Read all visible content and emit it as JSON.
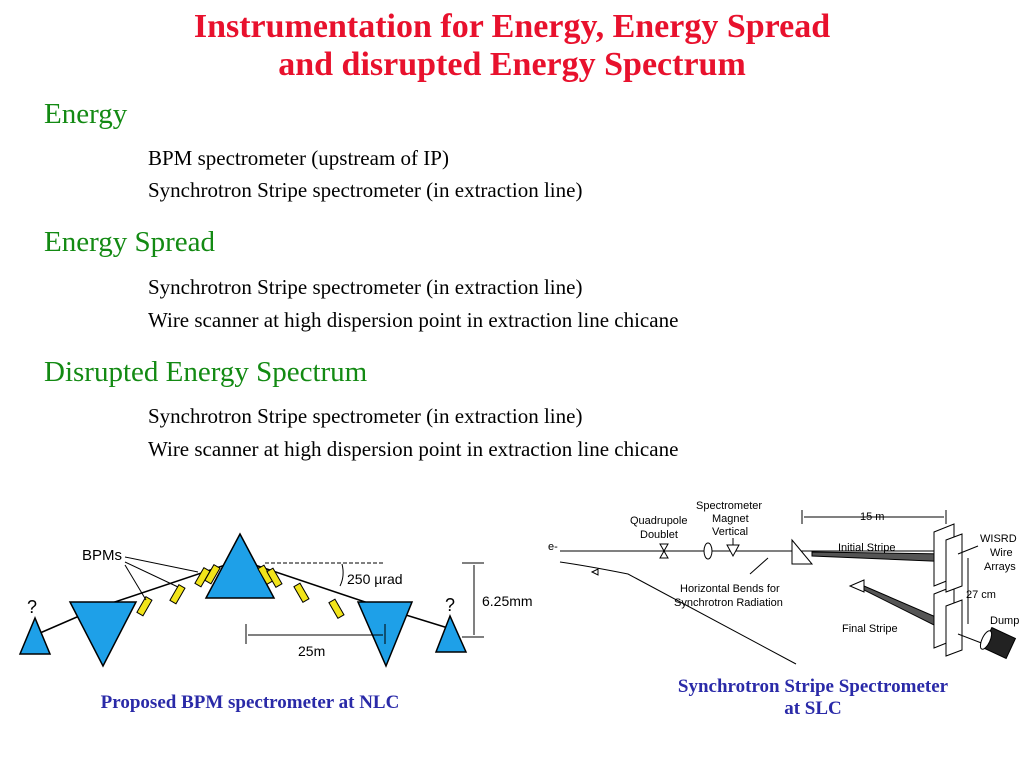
{
  "slide": {
    "title_line1": "Instrumentation for Energy, Energy Spread",
    "title_line2": "and disrupted Energy Spectrum",
    "sections": [
      {
        "heading": "Energy",
        "items": [
          "BPM spectrometer (upstream of IP)",
          "Synchrotron Stripe spectrometer (in extraction line)"
        ]
      },
      {
        "heading": "Energy Spread",
        "items": [
          "Synchrotron Stripe spectrometer (in extraction line)",
          "Wire scanner at high dispersion point in extraction line chicane"
        ]
      },
      {
        "heading": "Disrupted Energy Spectrum",
        "items": [
          "Synchrotron Stripe spectrometer (in extraction line)",
          "Wire scanner at high dispersion point in extraction line chicane"
        ]
      }
    ]
  },
  "left_figure": {
    "bpms_label": "BPMs",
    "angle_label": "250 µrad",
    "height_label": "6.25mm",
    "length_label": "25m",
    "question_mark": "?",
    "caption": "Proposed BPM spectrometer at NLC"
  },
  "right_figure": {
    "beam_label": "e-",
    "quad_label_1": "Quadrupole",
    "quad_label_2": "Doublet",
    "spec_label_1": "Spectrometer",
    "spec_label_2": "Magnet",
    "spec_label_3": "Vertical",
    "distance_label": "15 m",
    "wisrd_label_1": "WISRD",
    "wisrd_label_2": "Wire",
    "wisrd_label_3": "Arrays",
    "initial_stripe": "Initial Stripe",
    "horiz_label_1": "Horizontal Bends for",
    "horiz_label_2": "Synchrotron Radiation",
    "gap_label": "27 cm",
    "dump_label": "Dump",
    "final_stripe": "Final Stripe",
    "caption_line1": "Synchrotron Stripe Spectrometer",
    "caption_line2": "at SLC"
  },
  "colors": {
    "title": "#e8112d",
    "heading": "#138a13",
    "caption": "#2a2aa8",
    "magnet": "#1ea0e8",
    "bpm": "#f2e41a"
  }
}
